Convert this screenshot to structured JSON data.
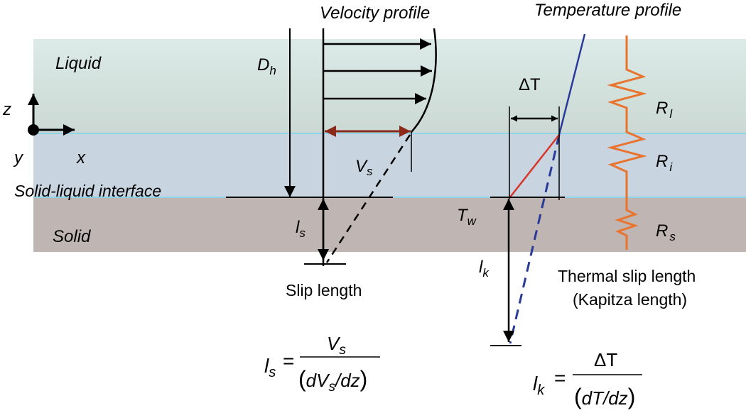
{
  "titles": {
    "velocity_profile": "Velocity profile",
    "temperature_profile": "Temperature profile"
  },
  "regions": {
    "liquid": "Liquid",
    "interface": "Solid-liquid interface",
    "solid": "Solid"
  },
  "axes": {
    "z": "z",
    "x": "x",
    "y": "y"
  },
  "velocity": {
    "hydraulic_diameter": {
      "main": "D",
      "sub": "h"
    },
    "slip_velocity": {
      "main": "V",
      "sub": "s"
    },
    "slip_length_symbol": {
      "main": "l",
      "sub": "s"
    },
    "slip_length_label": "Slip length"
  },
  "thermal": {
    "delta_t": "ΔT",
    "wall_temp": {
      "main": "T",
      "sub": "w"
    },
    "kapitza_symbol": {
      "main": "l",
      "sub": "k"
    },
    "label_line1": "Thermal slip length",
    "label_line2": "(Kapitza length)"
  },
  "resistors": {
    "r_l": {
      "main": "R",
      "sub": "l"
    },
    "r_i": {
      "main": "R",
      "sub": "i"
    },
    "r_s": {
      "main": "R",
      "sub": "s"
    }
  },
  "equations": {
    "slip": {
      "lhs_main": "l",
      "lhs_sub": "s",
      "eq": "=",
      "num_main": "V",
      "num_sub": "s",
      "den_open": "(",
      "den_d": "dV",
      "den_sub": "s",
      "den_rest": "/dz",
      "den_close": ")"
    },
    "kapitza": {
      "lhs_main": "l",
      "lhs_sub": "k",
      "eq": "=",
      "num": "ΔT",
      "den_open": "(",
      "den_body": "dT/dz",
      "den_close": ")"
    }
  },
  "colors": {
    "liquid_top": "#dcebe8",
    "liquid_bottom": "#cbd8d3",
    "interface_layer": "#c8d4e0",
    "interface_line": "#8fd3e8",
    "solid": "#bfb5b2",
    "slip_velocity": "#8b2a1a",
    "interface_label": "#6b2017",
    "temperature_line": "#2a3a99",
    "temperature_gradient": "#d8352a",
    "resistor": "#e8742e"
  }
}
